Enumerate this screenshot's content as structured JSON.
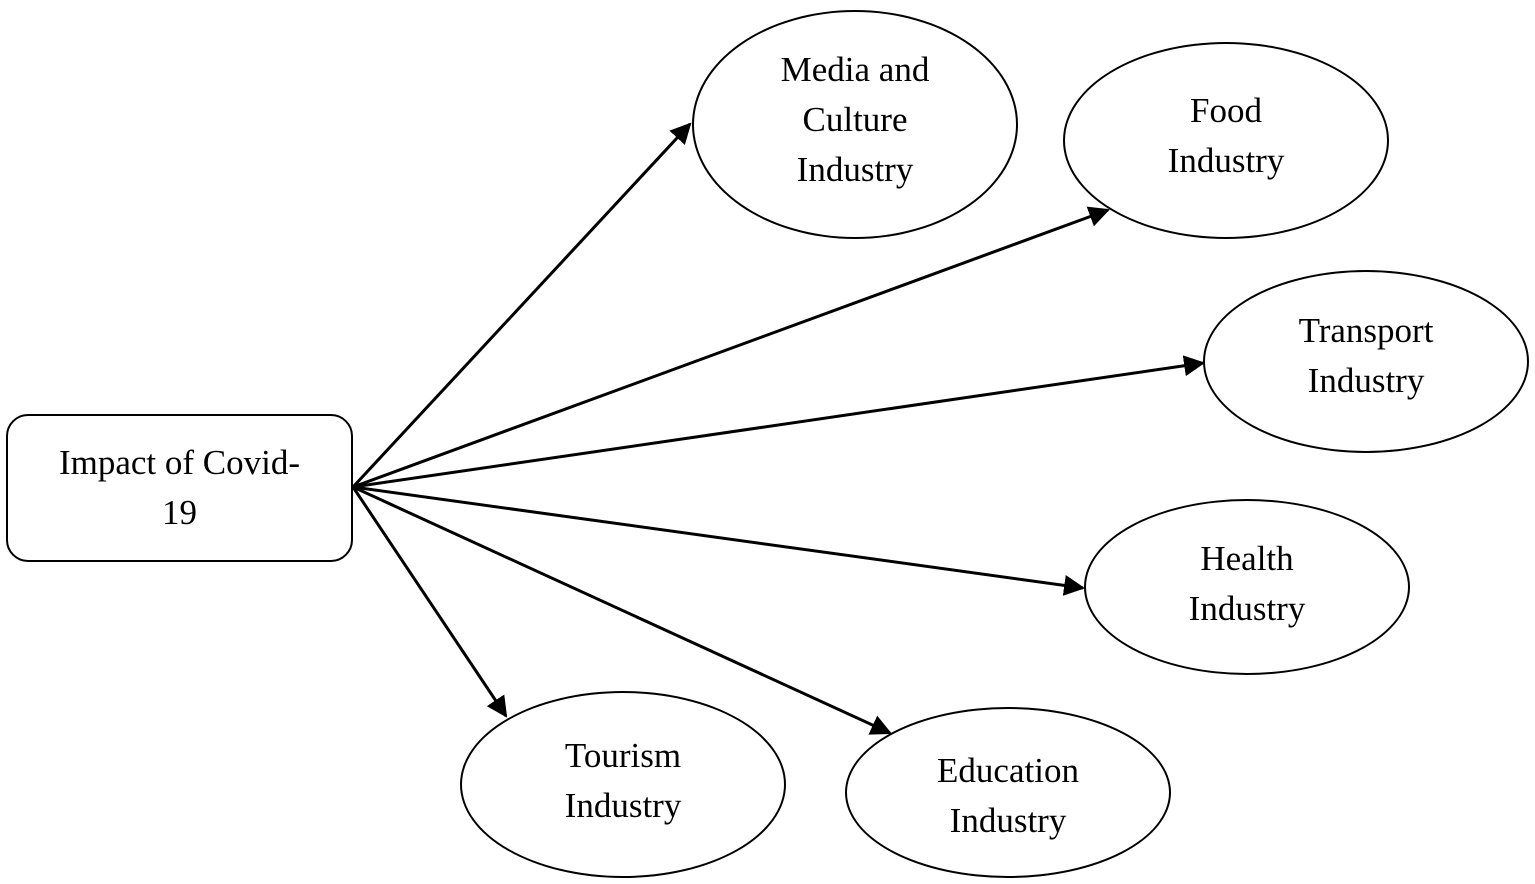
{
  "diagram": {
    "source": {
      "lines": [
        "Impact of Covid-",
        "19"
      ]
    },
    "targets": [
      {
        "id": "media",
        "lines": [
          "Media and",
          "Culture",
          "Industry"
        ]
      },
      {
        "id": "food",
        "lines": [
          "Food",
          "Industry"
        ]
      },
      {
        "id": "transport",
        "lines": [
          "Transport",
          "Industry"
        ]
      },
      {
        "id": "health",
        "lines": [
          "Health",
          "Industry"
        ]
      },
      {
        "id": "tourism",
        "lines": [
          "Tourism",
          "Industry"
        ]
      },
      {
        "id": "education",
        "lines": [
          "Education",
          "Industry"
        ]
      }
    ],
    "colors": {
      "stroke": "#000000",
      "fill": "#ffffff",
      "text": "#000000"
    }
  }
}
